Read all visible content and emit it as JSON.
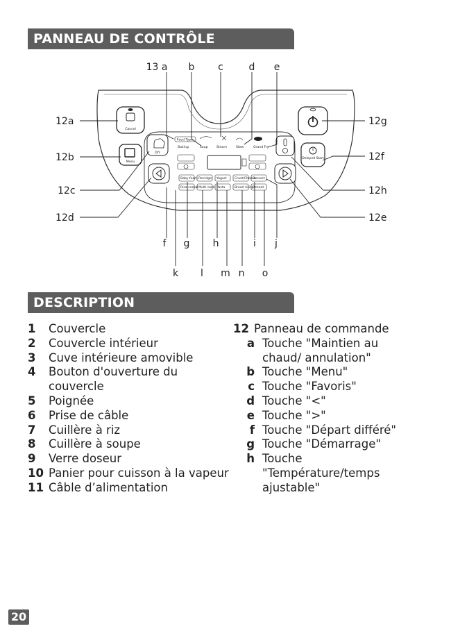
{
  "sections": {
    "control_panel_title": "PANNEAU DE CONTRÔLE",
    "description_title": "DESCRIPTION"
  },
  "diagram": {
    "top_labels": [
      "13 a",
      "b",
      "c",
      "d",
      "e"
    ],
    "left_labels": [
      "12a",
      "12b",
      "12c",
      "12d"
    ],
    "right_labels": [
      "12g",
      "12f",
      "12h",
      "12e"
    ],
    "bottom_labels_row1": [
      "f",
      "g",
      "h",
      "i",
      "j"
    ],
    "bottom_labels_row2": [
      "k",
      "l",
      "m",
      "n",
      "o"
    ],
    "panel_text": {
      "cancel": "Cancel",
      "menu": "Menu",
      "diy": "DIY",
      "delayed_start": "Delayed Start",
      "food_type": "Food Type",
      "baking": "Baking",
      "soup": "Soup",
      "steam": "Steam",
      "stew": "Stew",
      "grand_fry": "Grand Fry",
      "baby_food": "Baby food",
      "porridge": "Porridge",
      "yogurt": "Yogurt",
      "crust_cheese": "Crust/Cheese",
      "dessert": "Dessert",
      "rice_cereal": "Rice cereal",
      "multi_cook": "Multi cook",
      "pasta": "Pasta",
      "bread_rising": "Bread rising",
      "reheat": "Reheat"
    }
  },
  "description": {
    "left": [
      {
        "num": "1",
        "text": "Couvercle"
      },
      {
        "num": "2",
        "text": "Couvercle intérieur"
      },
      {
        "num": "3",
        "text": "Cuve intérieure amovible"
      },
      {
        "num": "4",
        "text": "Bouton d'ouverture du couvercle"
      },
      {
        "num": "5",
        "text": "Poignée"
      },
      {
        "num": "6",
        "text": "Prise de câble"
      },
      {
        "num": "7",
        "text": "Cuillère à riz"
      },
      {
        "num": "8",
        "text": "Cuillère à soupe"
      },
      {
        "num": "9",
        "text": "Verre doseur"
      },
      {
        "num": "10",
        "text": "Panier pour cuisson à la vapeur"
      },
      {
        "num": "11",
        "text": "Câble d’alimentation"
      }
    ],
    "right_heading": {
      "num": "12",
      "text": "Panneau de commande"
    },
    "right": [
      {
        "letter": "a",
        "text": "Touche \"Maintien au chaud/ annulation\""
      },
      {
        "letter": "b",
        "text": "Touche \"Menu\""
      },
      {
        "letter": "c",
        "text": "Touche \"Favoris\""
      },
      {
        "letter": "d",
        "text": "Touche \"<\""
      },
      {
        "letter": "e",
        "text": "Touche \">\""
      },
      {
        "letter": "f",
        "text": "Touche \"Départ différé\""
      },
      {
        "letter": "g",
        "text": "Touche \"Démarrage\""
      },
      {
        "letter": "h",
        "text": "Touche \"Température/temps ajustable\""
      }
    ]
  },
  "page_number": "20"
}
